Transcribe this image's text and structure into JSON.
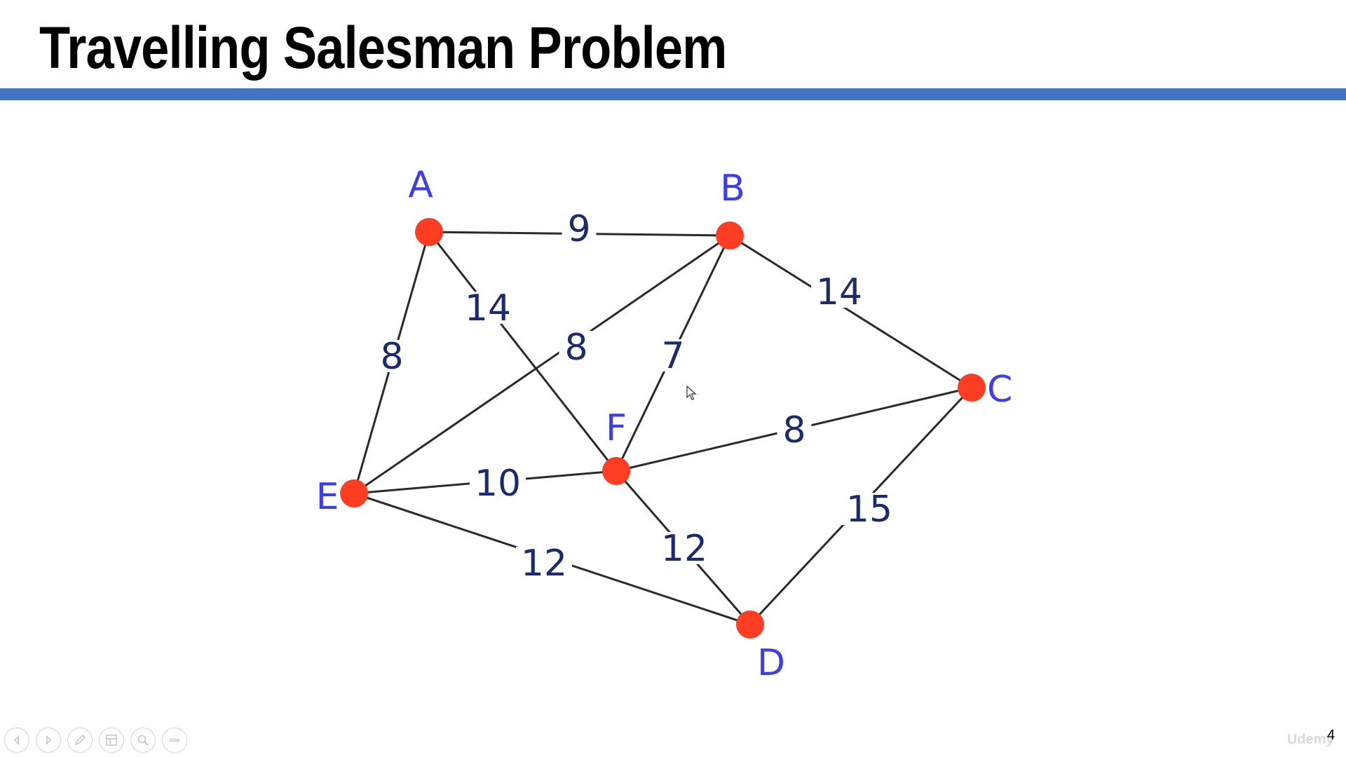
{
  "slide": {
    "title": "Travelling Salesman Problem",
    "number": "4",
    "accent_color": "#4472C4"
  },
  "watermark": {
    "text": "Udemy"
  },
  "graph": {
    "node_color": "#FF3D23",
    "label_color": "#3D3DEB",
    "weight_color": "#1E2A6E",
    "nodes": [
      {
        "id": "A",
        "label": "A"
      },
      {
        "id": "B",
        "label": "B"
      },
      {
        "id": "C",
        "label": "C"
      },
      {
        "id": "D",
        "label": "D"
      },
      {
        "id": "E",
        "label": "E"
      },
      {
        "id": "F",
        "label": "F"
      }
    ],
    "edges": [
      {
        "from": "A",
        "to": "B",
        "weight": "9"
      },
      {
        "from": "A",
        "to": "F",
        "weight": "14"
      },
      {
        "from": "A",
        "to": "E",
        "weight": "8"
      },
      {
        "from": "B",
        "to": "E",
        "weight": "8"
      },
      {
        "from": "B",
        "to": "F",
        "weight": "7"
      },
      {
        "from": "B",
        "to": "C",
        "weight": "14"
      },
      {
        "from": "F",
        "to": "C",
        "weight": "8"
      },
      {
        "from": "E",
        "to": "F",
        "weight": "10"
      },
      {
        "from": "F",
        "to": "D",
        "weight": "12"
      },
      {
        "from": "E",
        "to": "D",
        "weight": "12"
      },
      {
        "from": "C",
        "to": "D",
        "weight": "15"
      }
    ]
  },
  "toolbar": {
    "buttons": [
      {
        "name": "previous-slide-button",
        "icon": "chevron-left-icon"
      },
      {
        "name": "next-slide-button",
        "icon": "chevron-right-icon"
      },
      {
        "name": "pen-tool-button",
        "icon": "pen-icon"
      },
      {
        "name": "slide-sorter-button",
        "icon": "grid-icon"
      },
      {
        "name": "zoom-button",
        "icon": "magnifier-icon"
      },
      {
        "name": "more-options-button",
        "icon": "ellipsis-icon"
      }
    ]
  }
}
